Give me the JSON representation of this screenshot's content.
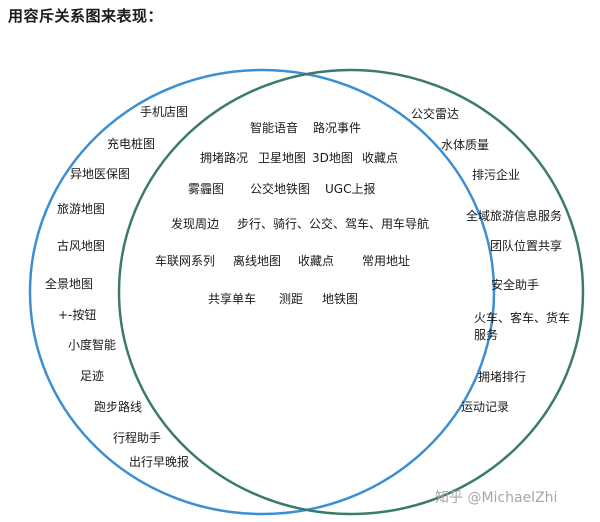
{
  "title": "用容斥关系图来表现：",
  "colors": {
    "left_circle": "#3d8fd1",
    "right_circle": "#3b7a6e",
    "text": "#1a1a1a",
    "watermark": "#a6a6a6"
  },
  "left_only": [
    "手机店图",
    "充电桩图",
    "异地医保图",
    "旅游地图",
    "古风地图",
    "全景地图",
    "+-按钮",
    "小度智能",
    "足迹",
    "跑步路线",
    "行程助手",
    "出行早晚报"
  ],
  "common": [
    "智能语音",
    "路况事件",
    "拥堵路况",
    "卫星地图",
    "3D地图",
    "收藏点",
    "雾霾图",
    "公交地铁图",
    "UGC上报",
    "发现周边",
    "步行、骑行、公交、驾车、用车导航",
    "车联网系列",
    "离线地图",
    "收藏点",
    "常用地址",
    "共享单车",
    "测距",
    "地铁图"
  ],
  "right_only": [
    "公交雷达",
    "水体质量",
    "排污企业",
    "全域旅游信息服务",
    "团队位置共享",
    "安全助手",
    "火车、客车、货车",
    "服务",
    "拥堵排行",
    "运动记录"
  ],
  "watermark": "知乎 @MichaelZhi"
}
